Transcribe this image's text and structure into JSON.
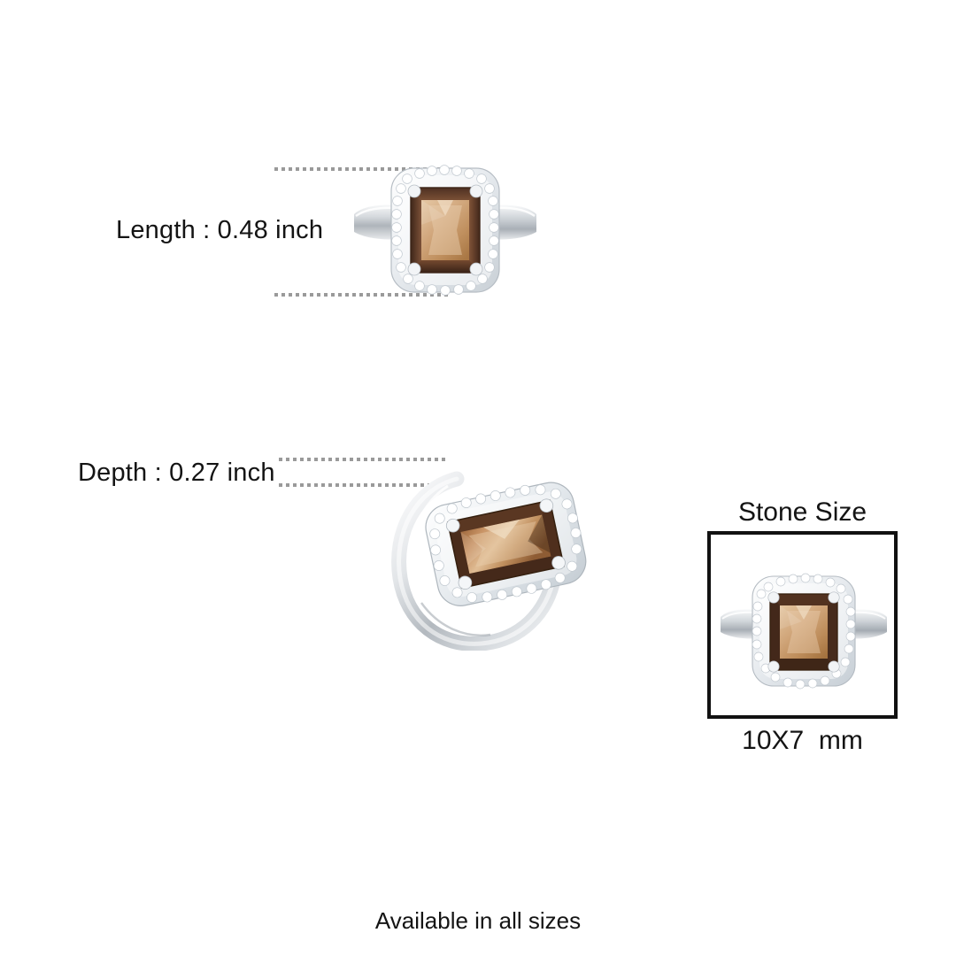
{
  "background_color": "#ffffff",
  "product": {
    "type": "gemstone-halo-ring",
    "metal_color": "#e6e8ea",
    "gem_name": "smoky-quartz",
    "gem_colors": {
      "table_light": "#dcb894",
      "table_mid": "#c79a6e",
      "bevel_dark": "#6b4430",
      "bevel_deep": "#44291d",
      "highlight": "#f0dcc4"
    },
    "halo_color": "#f4f6f8"
  },
  "dimensions": {
    "length": {
      "label": "Length : 0.48 inch",
      "leader_color": "#9a9a9a"
    },
    "depth": {
      "label": "Depth : 0.27 inch",
      "leader_color": "#9a9a9a"
    }
  },
  "stone_size": {
    "title": "Stone Size",
    "value": "10X7  mm",
    "border_color": "#111111"
  },
  "footer": {
    "note": "Available in all sizes"
  }
}
